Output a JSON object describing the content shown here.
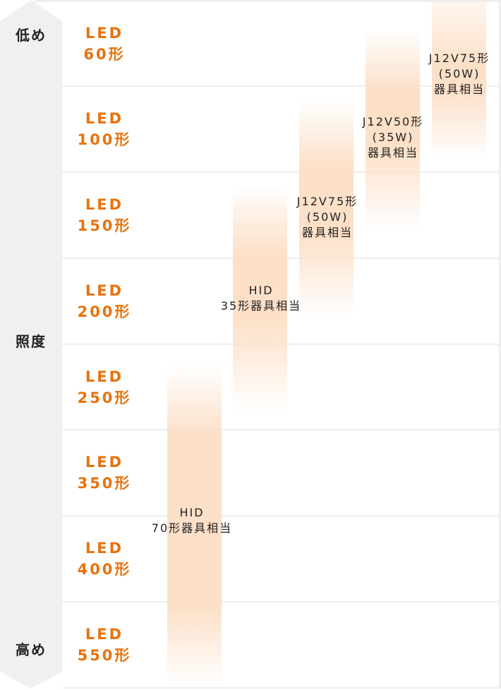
{
  "axis": {
    "top_label": "低め",
    "middle_label": "照度",
    "bottom_label": "高め",
    "background_color": "#f0f0f0"
  },
  "rows": [
    {
      "line1": "LED",
      "line2": "60形"
    },
    {
      "line1": "LED",
      "line2": "100形"
    },
    {
      "line1": "LED",
      "line2": "150形"
    },
    {
      "line1": "LED",
      "line2": "200形"
    },
    {
      "line1": "LED",
      "line2": "250形"
    },
    {
      "line1": "LED",
      "line2": "350形"
    },
    {
      "line1": "LED",
      "line2": "400形"
    },
    {
      "line1": "LED",
      "line2": "550形"
    }
  ],
  "bars": [
    {
      "lines": [
        "HID",
        "70形器具相当"
      ]
    },
    {
      "lines": [
        "HID",
        "35形器具相当"
      ]
    },
    {
      "lines": [
        "J12V75形",
        "(50W)",
        "器具相当"
      ]
    },
    {
      "lines": [
        "J12V50形",
        "(35W)",
        "器具相当"
      ]
    },
    {
      "lines": [
        "J12V75形",
        "(50W)",
        "器具相当"
      ]
    }
  ],
  "colors": {
    "led_label": "#e8720c",
    "bar_fill": "#fce0c8",
    "grid_line": "#eeeeee"
  },
  "chart_data": {
    "type": "table",
    "title": "",
    "ylabel": "照度",
    "y_direction": [
      "低め",
      "高め"
    ],
    "categories": [
      "LED 60形",
      "LED 100形",
      "LED 150形",
      "LED 200形",
      "LED 250形",
      "LED 350形",
      "LED 400形",
      "LED 550形"
    ],
    "series": [
      {
        "name": "J12V75形(50W)器具相当",
        "covers": [
          "LED 60形",
          "LED 100形"
        ]
      },
      {
        "name": "J12V50形(35W)器具相当",
        "covers": [
          "LED 60形",
          "LED 100形",
          "LED 150形"
        ]
      },
      {
        "name": "J12V75形(50W)器具相当",
        "covers": [
          "LED 100形",
          "LED 150形",
          "LED 200形"
        ]
      },
      {
        "name": "HID 35形器具相当",
        "covers": [
          "LED 150形",
          "LED 200形",
          "LED 250形"
        ]
      },
      {
        "name": "HID 70形器具相当",
        "covers": [
          "LED 250形",
          "LED 350形",
          "LED 400形",
          "LED 550形"
        ]
      }
    ]
  }
}
